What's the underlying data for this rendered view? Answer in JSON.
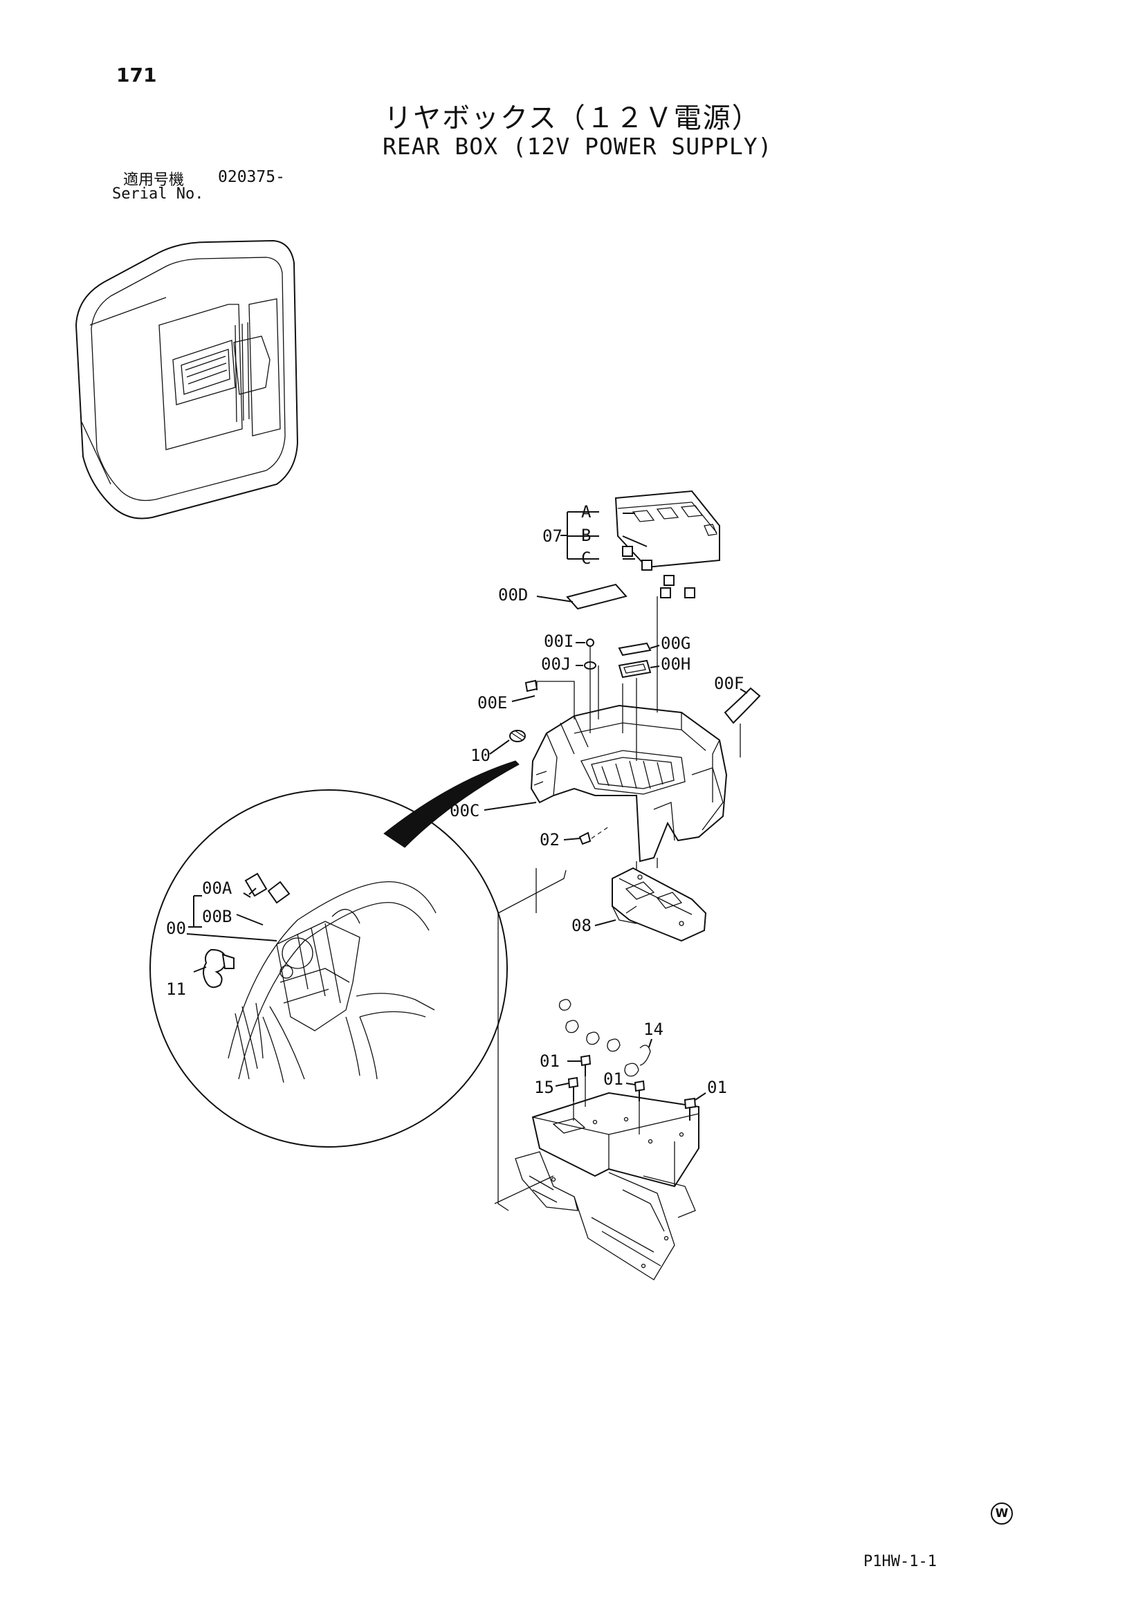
{
  "page": {
    "number": "171",
    "title_jp": "リヤボックス（１２Ｖ電源）",
    "title_en": "REAR BOX (12V POWER SUPPLY)",
    "serial_label_jp": "適用号機",
    "serial_value": "020375-",
    "serial_label_en": "Serial No.",
    "drawing_code": "P1HW-1-1",
    "mark": "W"
  },
  "callouts": {
    "c07": "07",
    "cA": "A",
    "cB": "B",
    "cC": "C",
    "c00D": "00D",
    "c00I": "00I",
    "c00J": "00J",
    "c00G": "00G",
    "c00H": "00H",
    "c00F": "00F",
    "c00E": "00E",
    "c10": "10",
    "c00C": "00C",
    "c02": "02",
    "c08": "08",
    "c00A": "00A",
    "c00B": "00B",
    "c00": "00",
    "c11": "11",
    "c14": "14",
    "c01a": "01",
    "c01b": "01",
    "c01c": "01",
    "c15": "15"
  }
}
